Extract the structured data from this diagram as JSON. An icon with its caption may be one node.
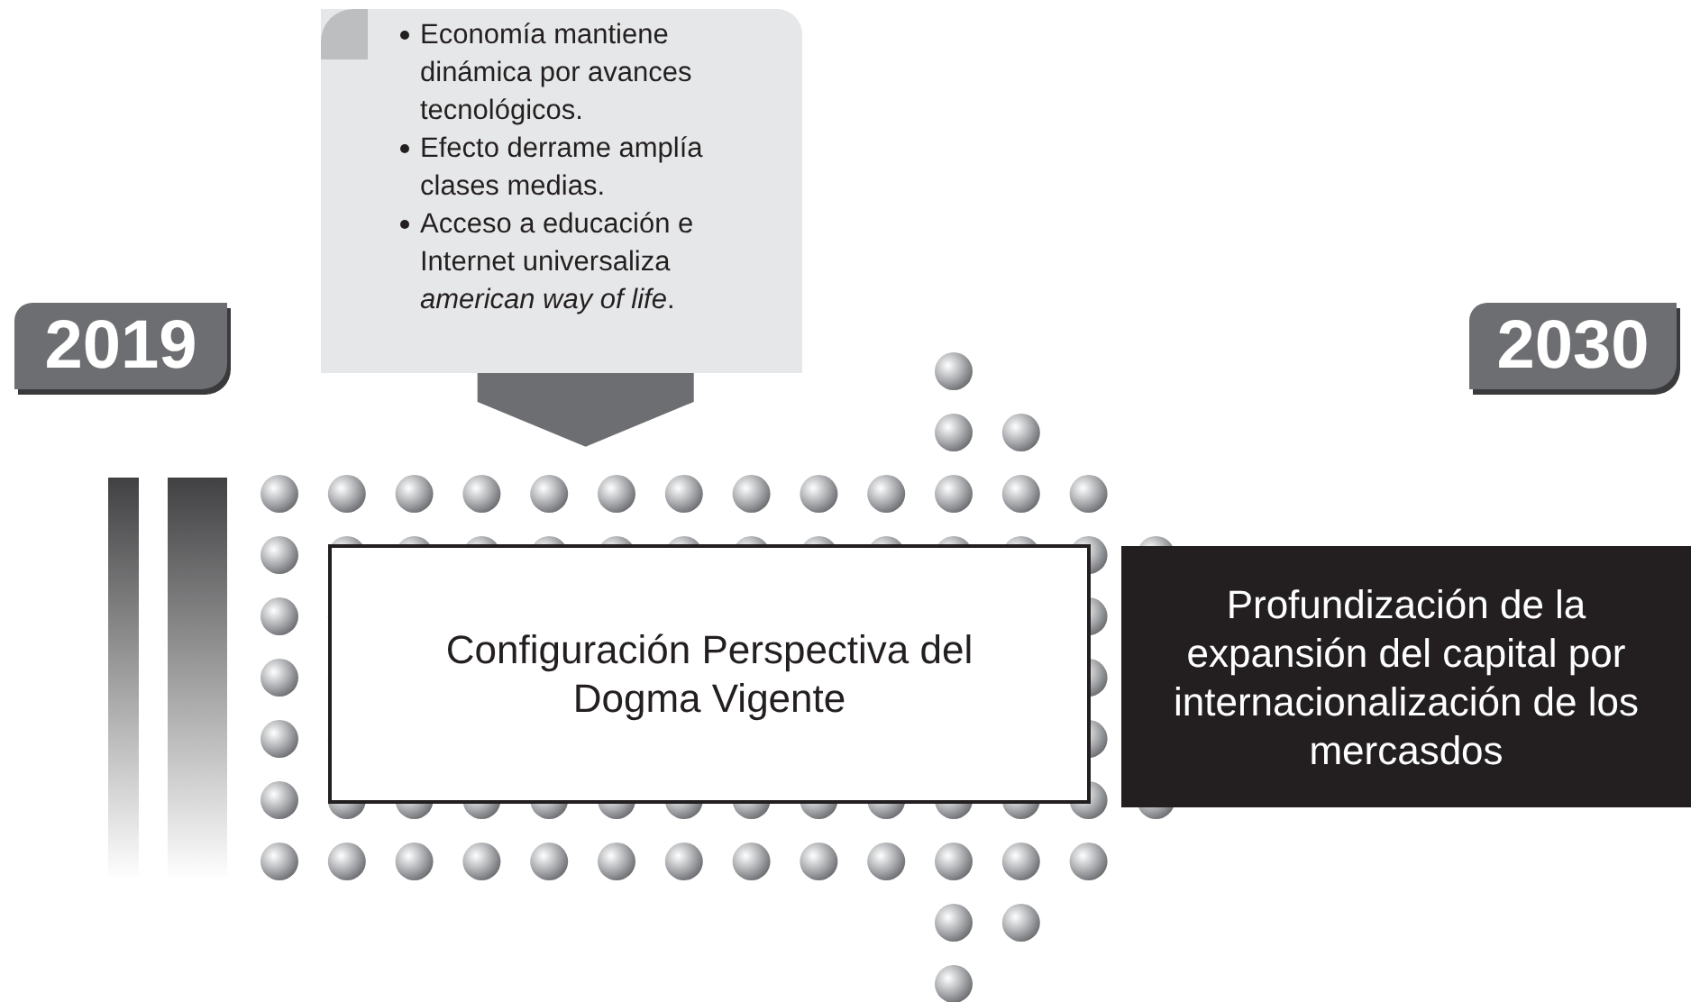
{
  "diagram": {
    "nodes": [
      {
        "text": [
          "Economía mantiene dinámica por avances tecnológicos.",
          "Efecto derrame amplía clases medias.",
          "Acceso a educación e Internet universaliza *american way of life*."
        ]
      },
      {
        "text": [
          "2019"
        ]
      },
      {
        "text": [
          "2030"
        ]
      },
      {
        "text": [
          "Configuración Perspectiva del Dogma Vigente"
        ]
      },
      {
        "text": [
          "Profundización de la expansión del capital por internacionalización de los mercasdos"
        ]
      }
    ],
    "edges": [
      {
        "from": 0,
        "to": 3,
        "arrow": "to",
        "style": "thick"
      }
    ]
  }
}
